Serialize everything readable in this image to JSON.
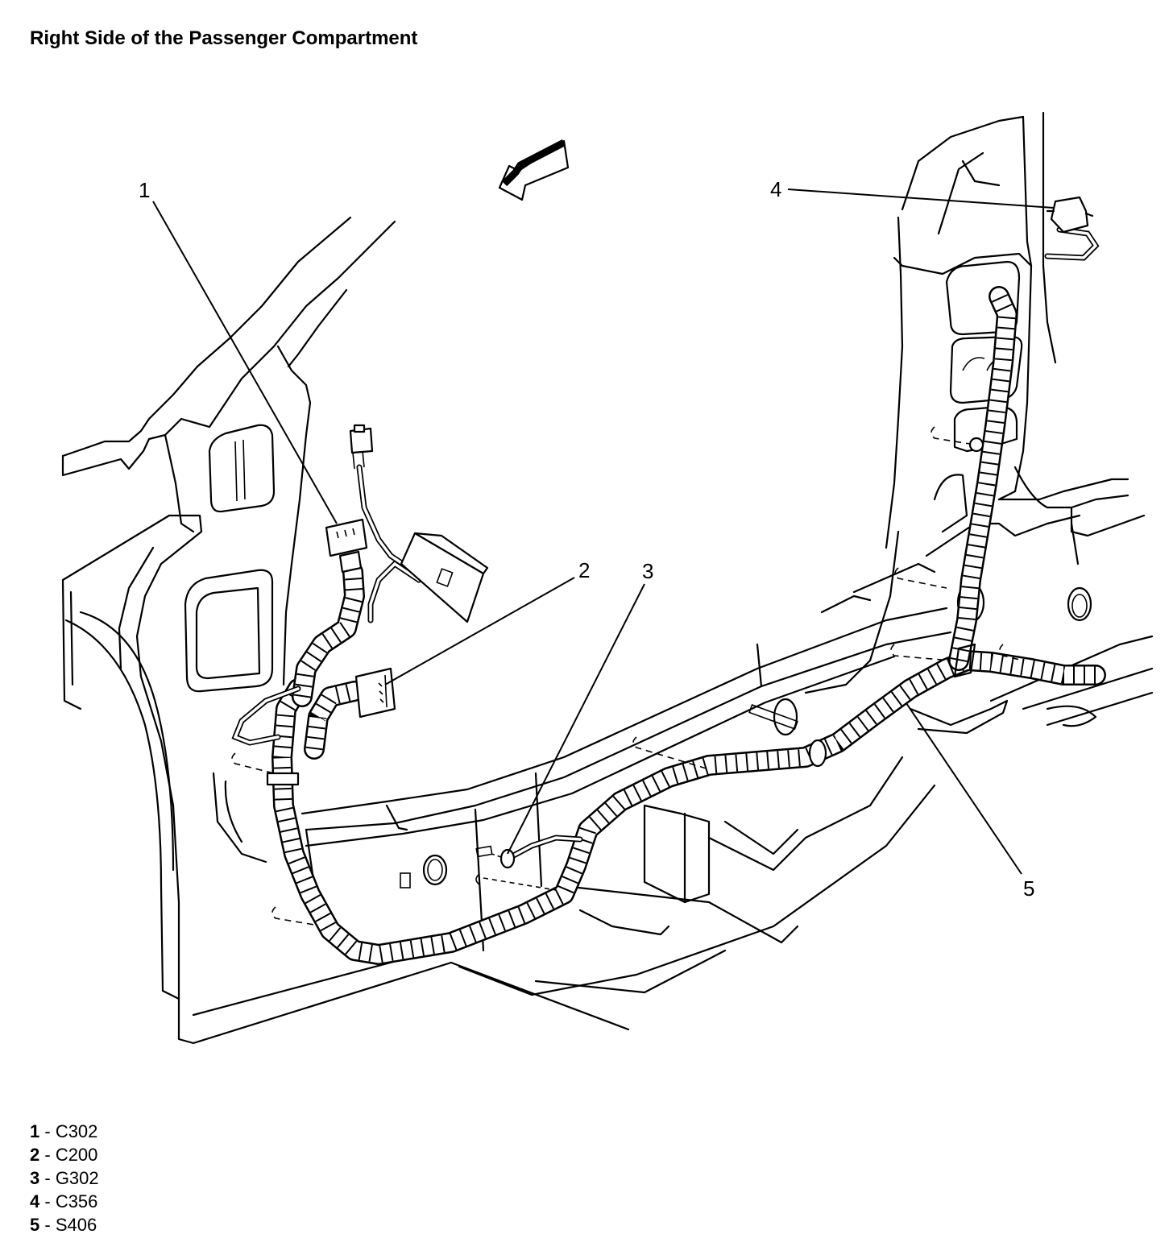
{
  "title": "Right Side of the Passenger Compartment",
  "callouts": [
    {
      "num": "1",
      "code": "C302"
    },
    {
      "num": "2",
      "code": "C200"
    },
    {
      "num": "3",
      "code": "G302"
    },
    {
      "num": "4",
      "code": "C356"
    },
    {
      "num": "5",
      "code": "S406"
    }
  ],
  "legend_separator": " - "
}
